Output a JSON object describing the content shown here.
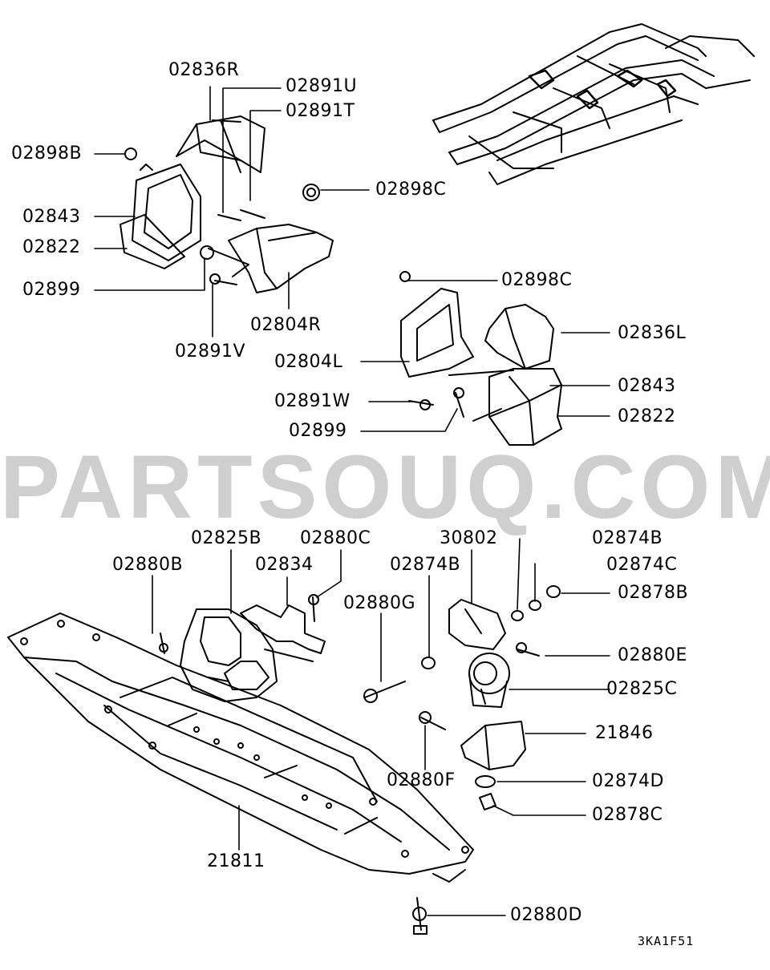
{
  "diagram": {
    "watermark": "PARTSOUQ.COM",
    "figure_code": "3KA1F51",
    "labels": {
      "p02836R": "02836R",
      "p02891U": "02891U",
      "p02891T": "02891T",
      "p02898B": "02898B",
      "p02898C_top": "02898C",
      "p02843_left": "02843",
      "p02822_left": "02822",
      "p02899_left": "02899",
      "p02804R": "02804R",
      "p02891V": "02891V",
      "p02898C_mid": "02898C",
      "p02836L": "02836L",
      "p02804L": "02804L",
      "p02843_right": "02843",
      "p02891W": "02891W",
      "p02822_right": "02822",
      "p02899_right": "02899",
      "p02825B": "02825B",
      "p02880C": "02880C",
      "p30802": "30802",
      "p02874B_top": "02874B",
      "p02880B": "02880B",
      "p02834": "02834",
      "p02874B_mid": "02874B",
      "p02874C": "02874C",
      "p02878B": "02878B",
      "p02880G": "02880G",
      "p02880E": "02880E",
      "p02825C": "02825C",
      "p21846": "21846",
      "p02880F": "02880F",
      "p02874D": "02874D",
      "p02878C": "02878C",
      "p21811": "21811",
      "p02880D": "02880D"
    }
  }
}
